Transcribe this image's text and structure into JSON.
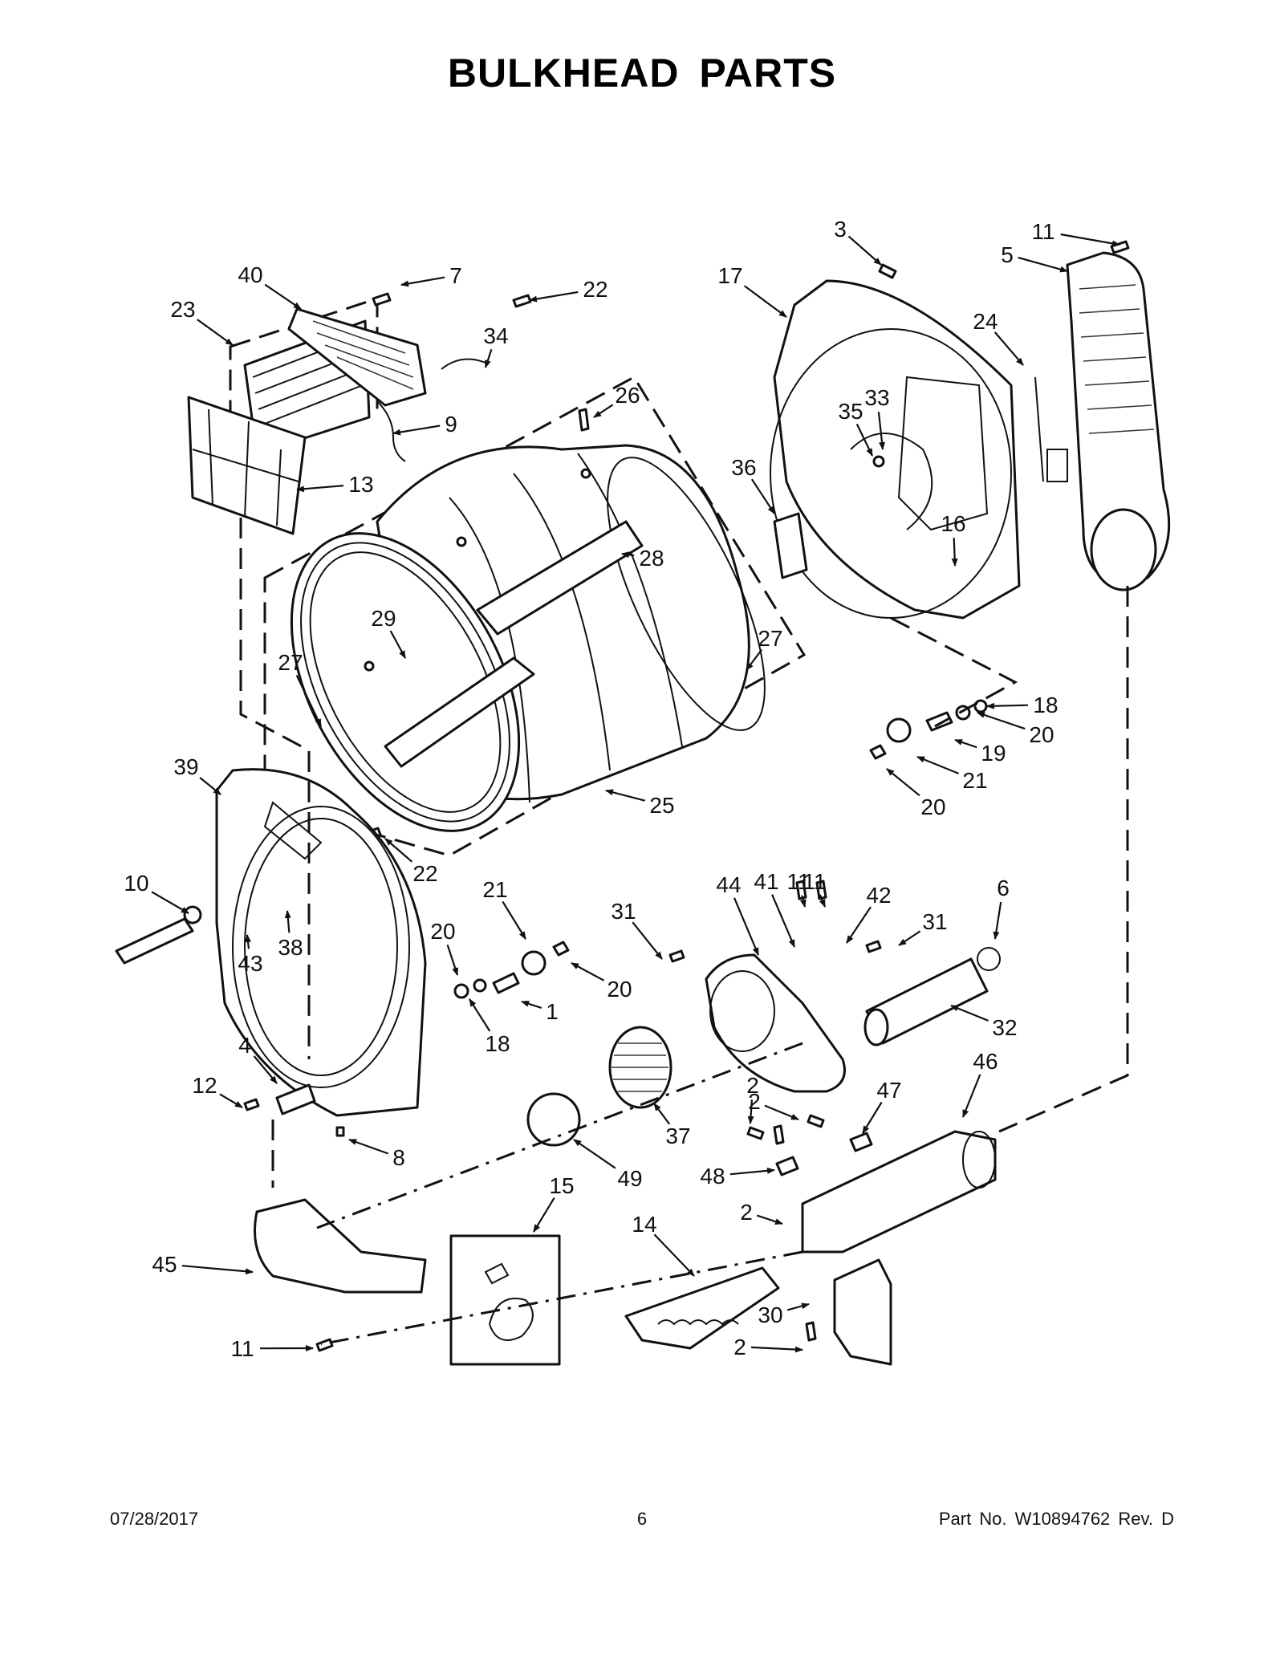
{
  "title": "BULKHEAD PARTS",
  "footer": {
    "date": "07/28/2017",
    "page": "6",
    "part": "Part No.  W10894762  Rev.  D"
  },
  "callouts": [
    "1",
    "2",
    "2",
    "2",
    "2",
    "3",
    "4",
    "5",
    "6",
    "7",
    "8",
    "9",
    "10",
    "11",
    "11",
    "11",
    "11",
    "12",
    "13",
    "14",
    "15",
    "16",
    "17",
    "18",
    "18",
    "19",
    "20",
    "20",
    "20",
    "20",
    "21",
    "21",
    "22",
    "22",
    "23",
    "24",
    "25",
    "26",
    "27",
    "27",
    "28",
    "29",
    "30",
    "31",
    "31",
    "32",
    "33",
    "34",
    "35",
    "36",
    "37",
    "38",
    "39",
    "40",
    "41",
    "42",
    "43",
    "44",
    "45",
    "46",
    "47",
    "48",
    "49"
  ]
}
